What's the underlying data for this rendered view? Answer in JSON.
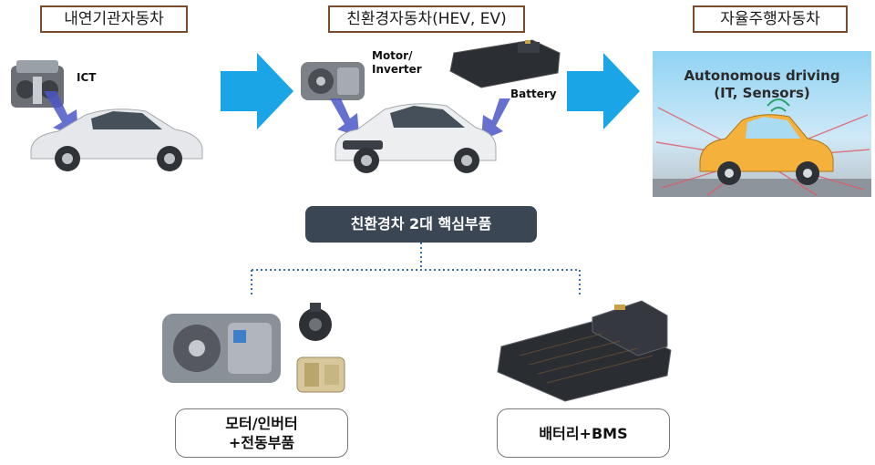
{
  "stages": {
    "ice": {
      "title": "내연기관자동차",
      "label_ict": "ICT"
    },
    "eco": {
      "title": "친환경자동차(HEV, EV)",
      "label_motor_line1": "Motor/",
      "label_motor_line2": "Inverter",
      "label_battery": "Battery"
    },
    "auto": {
      "title": "자율주행자동차",
      "label_line1": "Autonomous driving",
      "label_line2": "(IT, Sensors)"
    }
  },
  "core": {
    "title": "친환경차 2대 핵심부품"
  },
  "parts": {
    "motor": {
      "line1": "모터/인버터",
      "line2": "+전동부품"
    },
    "battery": {
      "line1": "배터리+BMS"
    }
  },
  "colors": {
    "arrow": "#1aa6e6",
    "title_border": "#7a4a2c",
    "core_bg": "#3b4654",
    "connector": "#3a6db5"
  }
}
